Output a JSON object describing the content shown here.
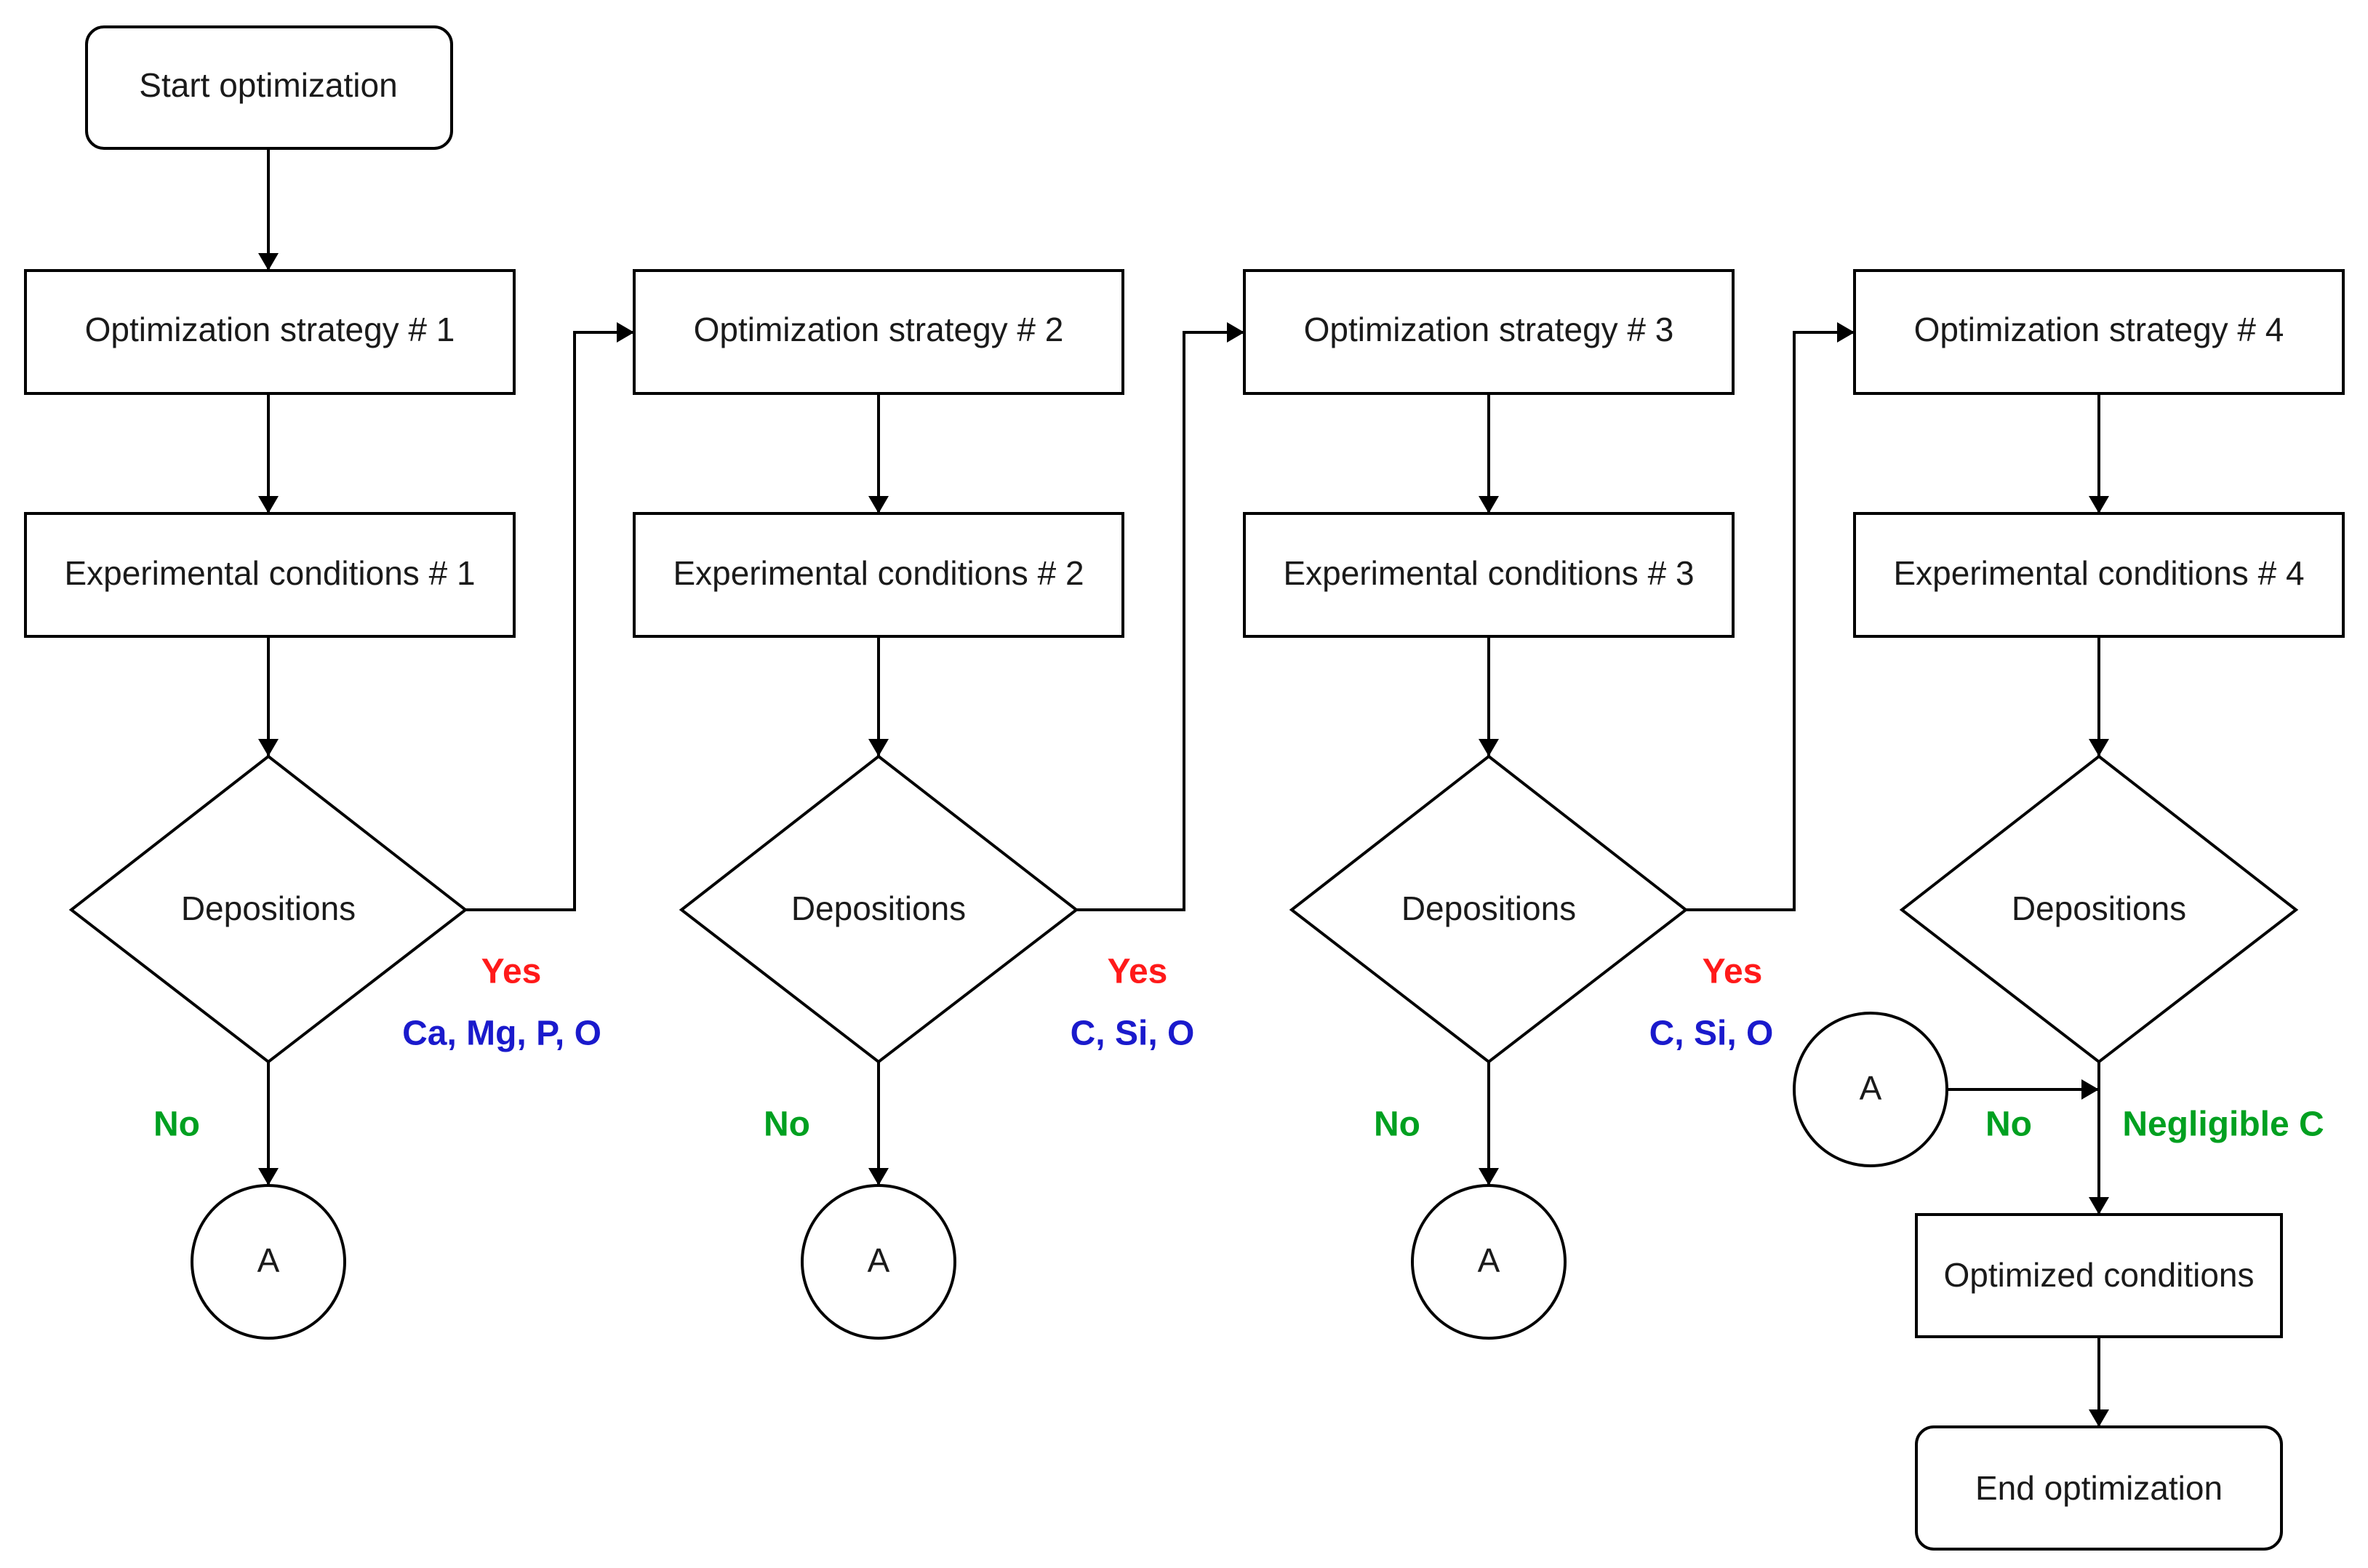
{
  "colors": {
    "yes": "#ff1a1a",
    "no": "#00a020",
    "elements": "#1a1acc"
  },
  "start": "Start optimization",
  "end": "End optimization",
  "optimized": "Optimized conditions",
  "connector": "A",
  "columns": [
    {
      "strategy": "Optimization strategy # 1",
      "conditions": "Experimental conditions # 1",
      "decision": "Depositions",
      "yes": "Yes",
      "elements": "Ca, Mg, P, O",
      "no": "No",
      "connector": "A"
    },
    {
      "strategy": "Optimization strategy # 2",
      "conditions": "Experimental conditions # 2",
      "decision": "Depositions",
      "yes": "Yes",
      "elements": "C, Si, O",
      "no": "No",
      "connector": "A"
    },
    {
      "strategy": "Optimization strategy # 3",
      "conditions": "Experimental conditions # 3",
      "decision": "Depositions",
      "yes": "Yes",
      "elements": "C, Si, O",
      "no": "No",
      "connector": "A"
    },
    {
      "strategy": "Optimization strategy # 4",
      "conditions": "Experimental conditions # 4",
      "decision": "Depositions",
      "no": "No",
      "negligible": "Negligible C",
      "connector": "A"
    }
  ]
}
